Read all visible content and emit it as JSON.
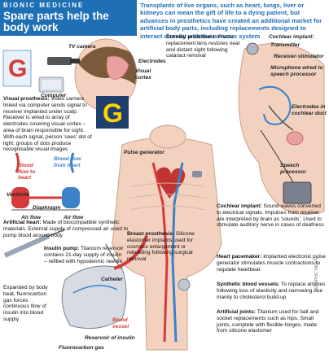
{
  "header": {
    "section_label": "BIONIC MEDICINE",
    "title": "Spare parts help the body work",
    "intro": "Transplants of live organs, such as heart, lungs, liver or kidneys can mean the gift of life to a dying patient, but advances in prosthetics have created an additional market for artificial body parts, including replacements designed to interact directly with the nervous system"
  },
  "visual": {
    "labels": {
      "tv_camera": "TV camera",
      "electrodes": "Electrodes",
      "visual_cortex": "Visual cortex",
      "computer": "Computer",
      "letter": "G"
    },
    "heading": "Visual prosthesis:",
    "text": "Video camera linked via computer sends signal to receiver implanted under scalp. Receiver is wired to array of electrodes covering visual cortex – area of brain responsible for sight. With each signal, person 'sees' dot of light; groups of dots produce recognisable visual images"
  },
  "corneal": {
    "heading": "Corneal prosthesis:",
    "text": "Plastic replacement lens restores near and distant sight following cataract removal"
  },
  "cochlear_diagram": {
    "labels": {
      "title": "Cochlear implant:",
      "transmitter": "Transmitter",
      "receiver": "Receiver-stimulator",
      "microphone": "Microphone wired to speech processor",
      "electrodes": "Electrodes in cochlear duct",
      "speech": "Speech processor"
    }
  },
  "heart_diagram": {
    "labels": {
      "blood_to": "Blood flow to heart",
      "blood_from": "Blood flow from heart",
      "ventricle": "Ventricle",
      "diaphragm": "Diaphragm",
      "air_flow_1": "Air flow",
      "air_flow_2": "Air flow"
    }
  },
  "pulse_generator": "Pulse generator",
  "artificial_heart": {
    "heading": "Artificial heart:",
    "text": "Made of biocompatible synthetic materials. External supply of compressed air used to pump blood around body"
  },
  "breast": {
    "heading": "Breast prosthesis:",
    "text": "Silicone elastomer implants used for cosmetic enlargement or rebuilding following surgical removal"
  },
  "insulin": {
    "heading": "Insulin pump:",
    "text": "Titanium reservoir contains 21-day supply of insulin – refilled with hypodermic needle",
    "side_text": "Expanded by body heat, fluorocarbon gas forces continuous flow of insulin into blood supply",
    "labels": {
      "catheter": "Catheter",
      "blood_vessel": "Blood vessel",
      "reservoir": "Reservoir of insulin",
      "gas": "Fluorocarbon gas"
    }
  },
  "cochlear": {
    "heading": "Cochlear implant:",
    "text": "Sound waves converted to electrical signals. Impulses from receiver are interpreted by brain as 'sounds'. Used to stimulate auditory nerve in cases of deafness"
  },
  "pacemaker": {
    "heading": "Heart pacemaker:",
    "text": "Implanted electronic pulse generator stimulates muscle contractions to regulate heartbeat"
  },
  "vessels": {
    "heading": "Synthetic blood vessels:",
    "text": "To replace arteries following loss of elasticity and narrowing due mainly to cholesterol build-up"
  },
  "joints": {
    "heading": "Artificial joints:",
    "text": "Titanium used for ball and socket replacements such as hips. Small joints, complete with flexible hinges, made from silicone elastomer"
  },
  "credit": "GRAPHIC NEWS",
  "colors": {
    "brand_blue": "#1f6fb5",
    "skin": "#f2d2bf",
    "artery": "#d63a3a",
    "vein": "#3b82c8"
  }
}
